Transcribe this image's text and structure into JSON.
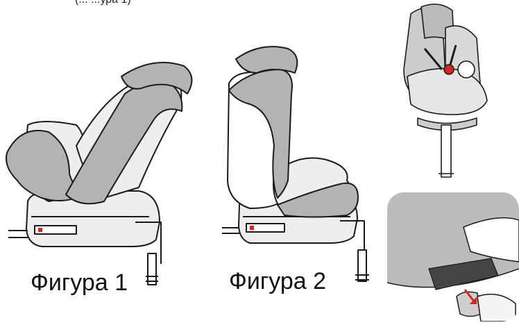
{
  "top_caption": "(...  ...ура 1)",
  "figure_1": {
    "caption": "Фигура 1"
  },
  "figure_2": {
    "caption": "Фигура 2"
  },
  "colors": {
    "seat_gray": "#b3b3b3",
    "seat_light": "#eeeeee",
    "outline": "#1a1a1a",
    "arrow_red": "#d9241c"
  }
}
